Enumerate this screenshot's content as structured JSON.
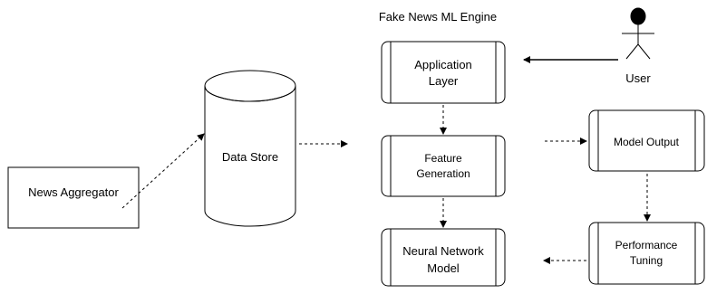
{
  "diagram": {
    "title": "Fake News ML Engine",
    "nodes": {
      "news_aggregator": {
        "label": "News Aggregator"
      },
      "data_store": {
        "label": "Data Store"
      },
      "application_layer": {
        "label_line1": "Application",
        "label_line2": "Layer"
      },
      "feature_generation": {
        "label_line1": "Feature",
        "label_line2": "Generation"
      },
      "neural_network_model": {
        "label_line1": "Neural Network",
        "label_line2": "Model"
      },
      "model_output": {
        "label": "Model Output"
      },
      "performance_tuning": {
        "label_line1": "Performance",
        "label_line2": "Tuning"
      },
      "user": {
        "label": "User"
      }
    },
    "edges": [
      {
        "from": "News Aggregator",
        "to": "Data Store",
        "style": "dashed"
      },
      {
        "from": "Data Store",
        "to": "Feature Generation",
        "style": "dashed"
      },
      {
        "from": "User",
        "to": "Application Layer",
        "style": "solid"
      },
      {
        "from": "Application Layer",
        "to": "Feature Generation",
        "style": "dashed"
      },
      {
        "from": "Feature Generation",
        "to": "Neural Network Model",
        "style": "dashed"
      },
      {
        "from": "Feature Generation",
        "to": "Model Output",
        "style": "dashed"
      },
      {
        "from": "Model Output",
        "to": "Performance Tuning",
        "style": "dashed"
      },
      {
        "from": "Performance Tuning",
        "to": "Neural Network Model",
        "style": "dashed"
      }
    ]
  }
}
